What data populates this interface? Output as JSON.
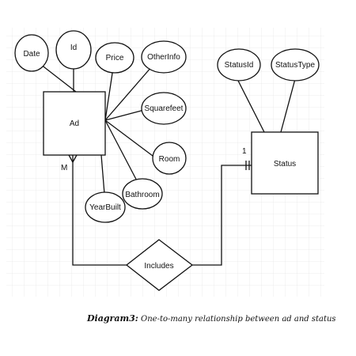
{
  "entities": {
    "ad": "Ad",
    "status": "Status"
  },
  "attributes": {
    "date": "Date",
    "id": "Id",
    "price": "Price",
    "other_info": "OtherInfo",
    "squarefeet": "Squarefeet",
    "room": "Room",
    "bathroom": "Bathroom",
    "year_built": "YearBuilt",
    "status_id": "StatusId",
    "status_type": "StatusType"
  },
  "relationship": {
    "label": "Includes",
    "many_label": "M",
    "one_label": "1"
  },
  "caption": {
    "bold": "Diagram3:",
    "rest": " One-to-many relationship between ad and status"
  },
  "colors": {
    "grid": "#e6e6e6",
    "line": "#111111"
  }
}
